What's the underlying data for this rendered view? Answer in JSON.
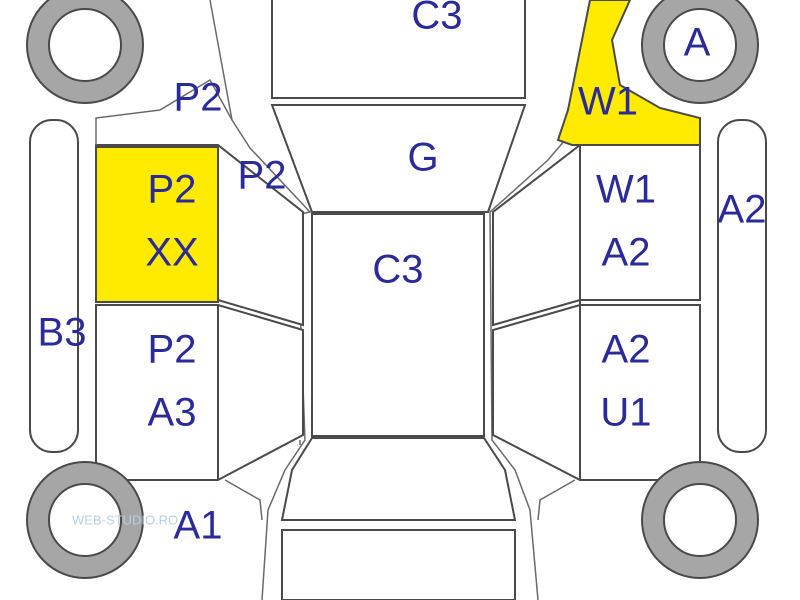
{
  "colors": {
    "label": "#2a2a9a",
    "highlight": "#ffeb00",
    "wheel": "#a6a6a6",
    "watermark": "#b8cfe6"
  },
  "zones": {
    "roof_front": "C3",
    "hood": "G",
    "roof": "C3",
    "front_right_wheel": "A",
    "front_right_fender": "W1",
    "front_left_fender": "P2",
    "a_pillar_left": "P2",
    "left_sill": "B3",
    "right_sill": "A2",
    "rear_left_fender": "A1",
    "front_left_door": [
      "P2",
      "XX"
    ],
    "rear_left_door": [
      "P2",
      "A3"
    ],
    "front_right_door": [
      "W1",
      "A2"
    ],
    "rear_right_door": [
      "A2",
      "U1"
    ]
  },
  "watermark": "WEB-STUDIO.RO"
}
